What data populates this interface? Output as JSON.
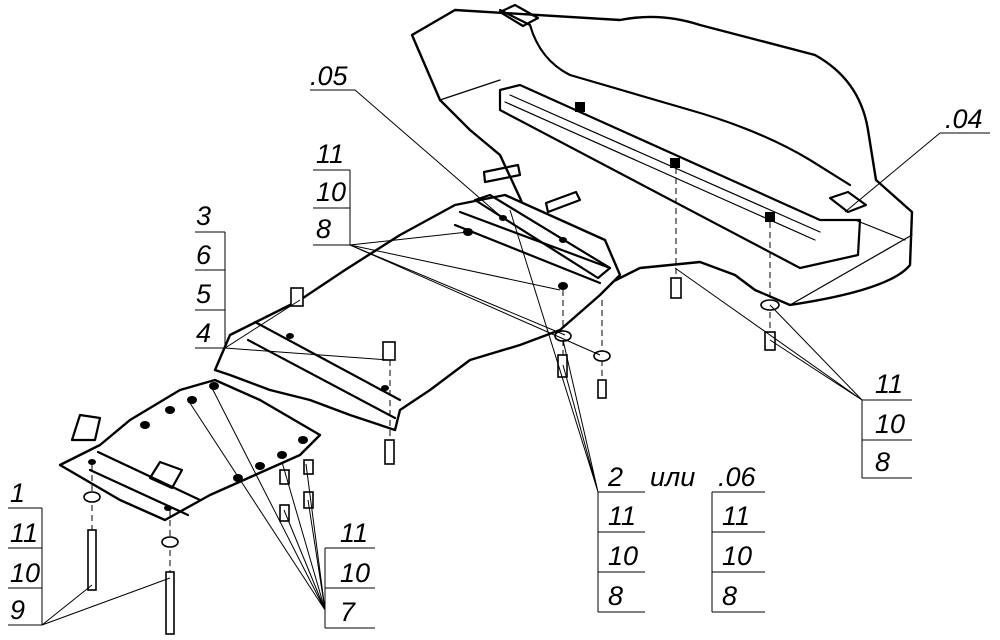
{
  "callouts": {
    "c05": ".05",
    "c04": ".04",
    "c06": ".06",
    "top_stack": [
      "11",
      "10",
      "8"
    ],
    "left_stack": [
      "3",
      "6",
      "5",
      "4"
    ],
    "right_stack": [
      "11",
      "10",
      "8"
    ],
    "center_stack": [
      "2",
      "11",
      "10",
      "8"
    ],
    "center_or": "или",
    "c06_stack": [
      "11",
      "10",
      "8"
    ],
    "front_stack": [
      "11",
      "10",
      "7"
    ],
    "left_bottom_stack": [
      "1",
      "11",
      "10",
      "9"
    ]
  }
}
